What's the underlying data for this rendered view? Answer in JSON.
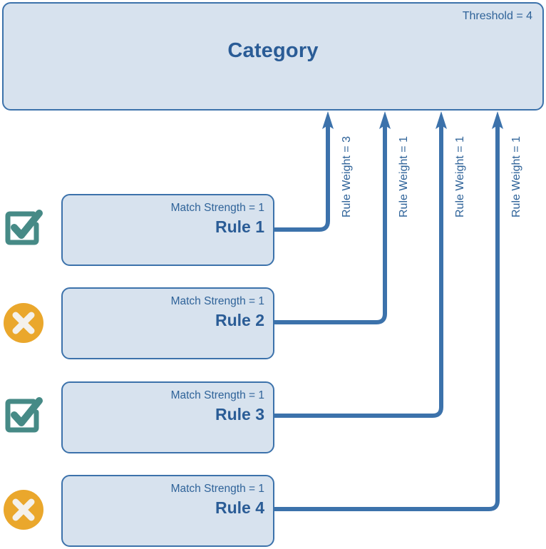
{
  "category": {
    "title": "Category",
    "threshold_label": "Threshold = 4",
    "threshold_value": 4
  },
  "colors": {
    "box_fill": "#d7e2ee",
    "box_border": "#3c72ab",
    "text_blue": "#2f6399",
    "title_blue": "#2a5c96",
    "wire_blue": "#3c72ab",
    "check_teal": "#468a86",
    "cross_orange": "#eaa72c",
    "cross_mark": "#f4f1ec"
  },
  "rules": [
    {
      "name": "Rule 1",
      "match_strength_label": "Match Strength = 1",
      "match_strength": 1,
      "weight_label": "Rule Weight = 3",
      "weight": 3,
      "status": "matched",
      "status_icon": "checkbox-checked-icon"
    },
    {
      "name": "Rule 2",
      "match_strength_label": "Match Strength = 1",
      "match_strength": 1,
      "weight_label": "Rule Weight = 1",
      "weight": 1,
      "status": "not-matched",
      "status_icon": "circle-x-icon"
    },
    {
      "name": "Rule 3",
      "match_strength_label": "Match Strength = 1",
      "match_strength": 1,
      "weight_label": "Rule Weight = 1",
      "weight": 1,
      "status": "matched",
      "status_icon": "checkbox-checked-icon"
    },
    {
      "name": "Rule 4",
      "match_strength_label": "Match Strength = 1",
      "match_strength": 1,
      "weight_label": "Rule Weight = 1",
      "weight": 1,
      "status": "not-matched",
      "status_icon": "circle-x-icon"
    }
  ]
}
